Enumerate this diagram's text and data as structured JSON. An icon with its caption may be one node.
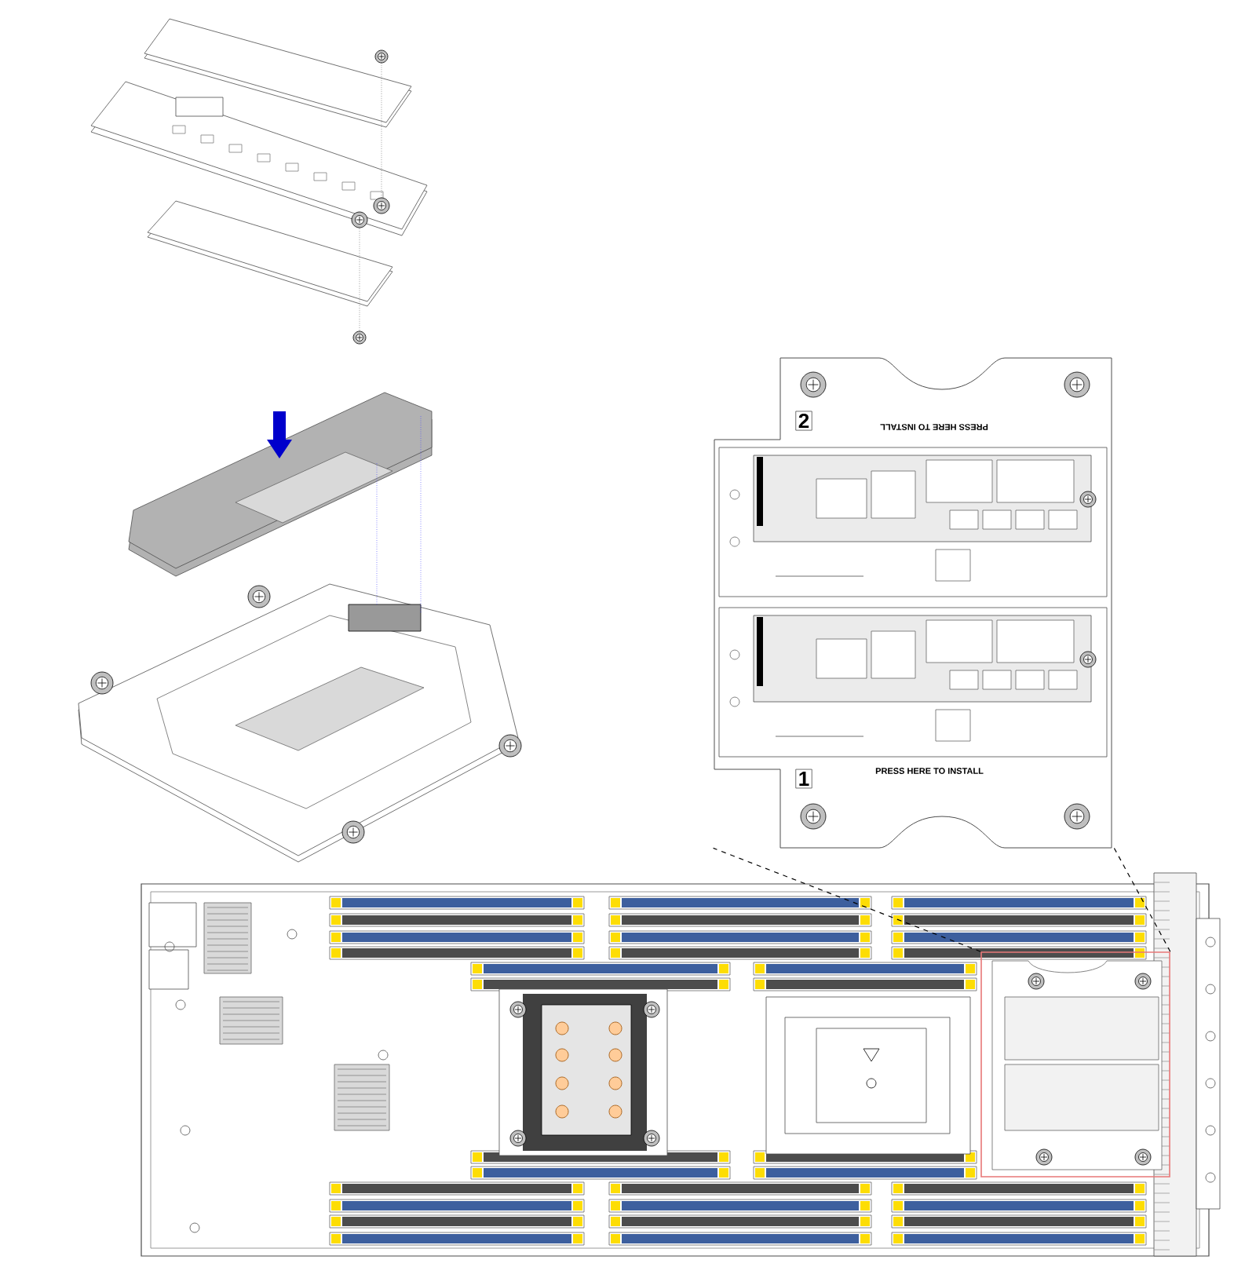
{
  "diagram": {
    "nodes": [
      {
        "text": [],
        "shape": "picture"
      },
      {
        "text": [],
        "shape": "box"
      }
    ],
    "edges": [
      {
        "from": 1,
        "to": 0,
        "arrow": "none",
        "style": "dashed"
      },
      {
        "from": 1,
        "to": 0,
        "arrow": "none",
        "style": "dashed"
      }
    ],
    "labels": [
      "2",
      "PRESS HERE TO INSTALL",
      "1",
      "PRESS HERE TO INSTALL"
    ]
  }
}
